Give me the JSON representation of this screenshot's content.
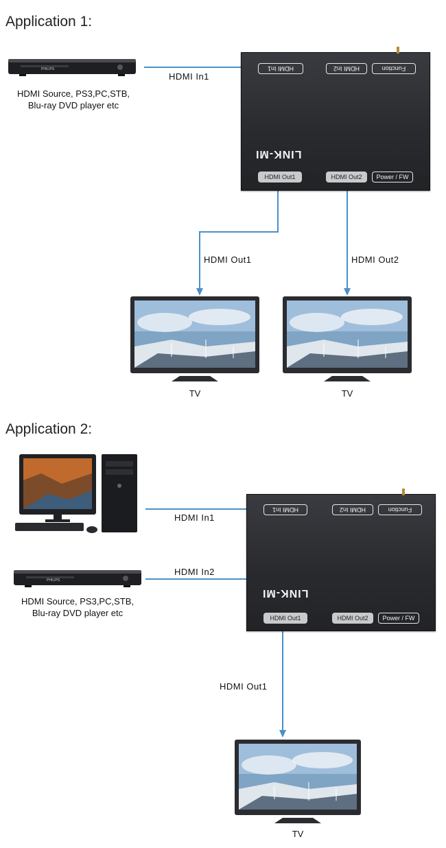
{
  "app1": {
    "title": "Application 1:",
    "source_caption_1": "HDMI Source, PS3,PC,STB,",
    "source_caption_2": "Blu-ray DVD player etc",
    "in1_label": "HDMI In1",
    "out1_label": "HDMI Out1",
    "out2_label": "HDMI Out2",
    "tv1_caption": "TV",
    "tv2_caption": "TV",
    "dvd_brand": "PHILIPS"
  },
  "app2": {
    "title": "Application 2:",
    "source_caption_1": "HDMI Source, PS3,PC,STB,",
    "source_caption_2": "Blu-ray DVD player etc",
    "in1_label": "HDMI In1",
    "in2_label": "HDMI In2",
    "out1_label": "HDMI Out1",
    "tv_caption": "TV",
    "dvd_brand": "PHILIPS"
  },
  "device": {
    "logo": "LINK-MI",
    "port_in1": "HDMI In1",
    "port_in2": "HDMI In2",
    "port_function": "Function",
    "port_out1": "HDMI Out1",
    "port_out2": "HDMI Out2",
    "port_power": "Power / FW"
  },
  "colors": {
    "arrow": "#4a90c8",
    "device_body": "#2d2e32",
    "pill_fill": "#c9cacc"
  }
}
